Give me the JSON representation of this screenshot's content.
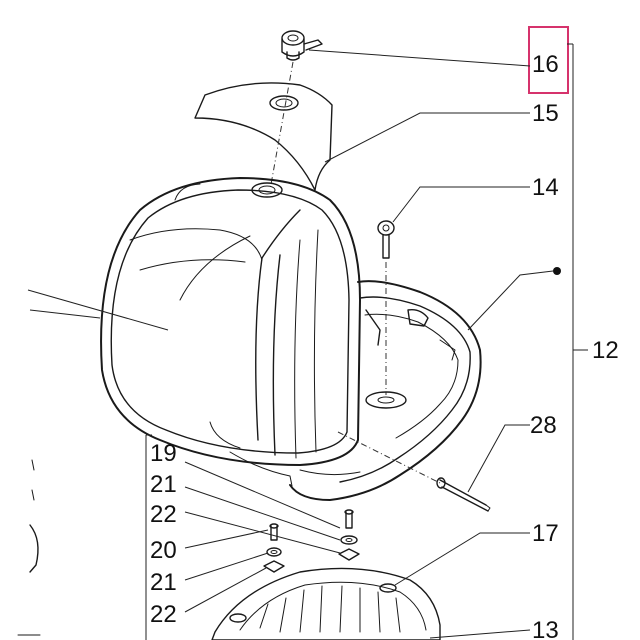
{
  "colors": {
    "highlight": "#d6336c",
    "ink": "#1a1a1a"
  },
  "callouts": {
    "c16": "16",
    "c15": "15",
    "c14": "14",
    "c12": "12",
    "c28": "28",
    "c17": "17",
    "c13": "13",
    "c19": "19",
    "c21a": "21",
    "c22a": "22",
    "c20": "20",
    "c21b": "21",
    "c22b": "22"
  }
}
